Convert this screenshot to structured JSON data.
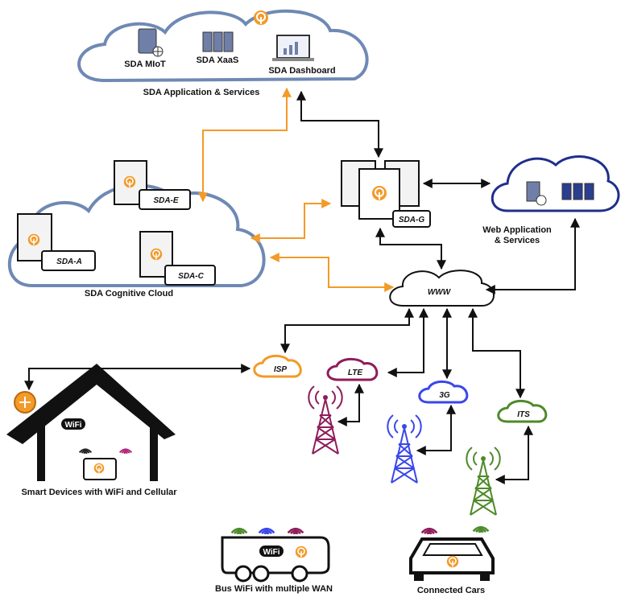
{
  "top_cloud": {
    "title": "SDA Application & Services",
    "items": [
      "SDA MIoT",
      "SDA XaaS",
      "SDA Dashboard"
    ]
  },
  "cognitive_cloud": {
    "title": "SDA Cognitive Cloud",
    "nodes": [
      "SDA-A",
      "SDA-E",
      "SDA-C"
    ]
  },
  "gateway": {
    "label": "SDA-G"
  },
  "web_cloud": {
    "title_line1": "Web Application",
    "title_line2": "& Services"
  },
  "internet": {
    "label": "WWW"
  },
  "networks": {
    "isp": "ISP",
    "lte": "LTE",
    "g3": "3G",
    "its": "ITS"
  },
  "home": {
    "wifi": "WiFi",
    "caption": "Smart Devices with WiFi and Cellular"
  },
  "bus": {
    "wifi": "WiFi",
    "caption": "Bus WiFi with multiple WAN"
  },
  "car": {
    "caption": "Connected Cars"
  },
  "colors": {
    "cloud_stroke": "#6f89b4",
    "orange": "#f39a28",
    "arrow": "#111111",
    "lte": "#8e1d5a",
    "g3": "#3a47e8",
    "its": "#4e8a2a"
  }
}
